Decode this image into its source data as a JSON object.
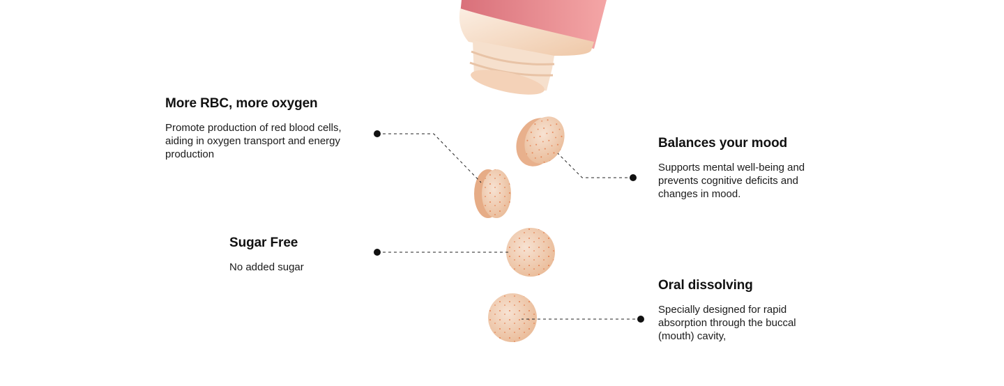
{
  "features": [
    {
      "title": "More RBC, more oxygen",
      "description": "Promote production of red blood cells, aiding in oxygen transport and energy production"
    },
    {
      "title": "Balances your mood",
      "description": "Supports mental well-being and prevents cognitive deficits and changes in mood."
    },
    {
      "title": "Sugar Free",
      "description": "No added sugar"
    },
    {
      "title": "Oral dissolving",
      "description": "Specially designed for rapid absorption through the buccal (mouth) cavity,"
    }
  ],
  "colors": {
    "bottle": "#e8868a",
    "cap": "#f6e2d2",
    "tablet": "#f0cdb5",
    "speckle": "#e0622a"
  }
}
